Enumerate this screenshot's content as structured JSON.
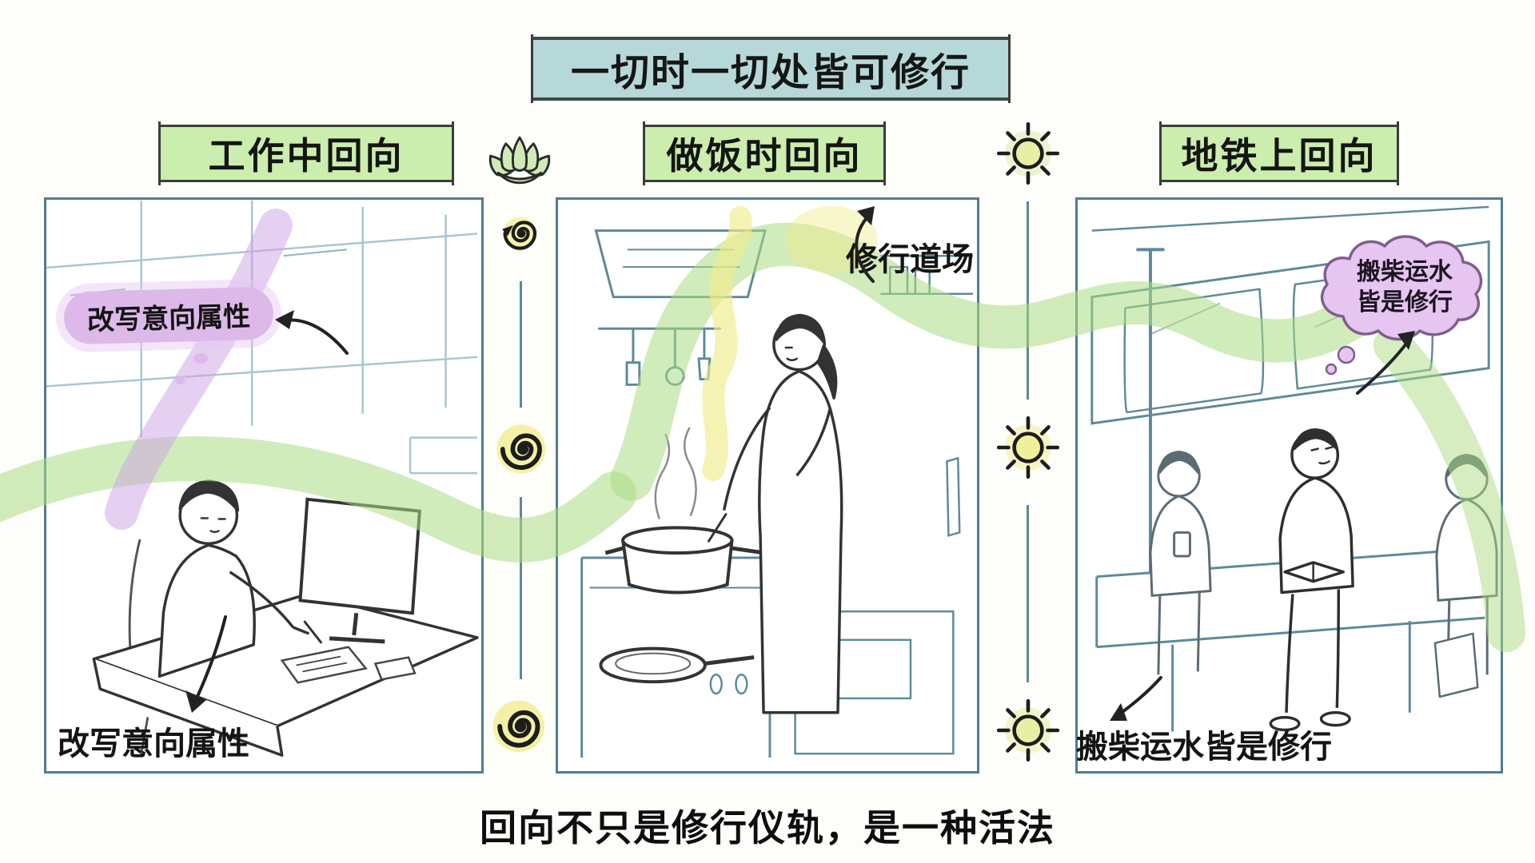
{
  "title": "一切时一切处皆可修行",
  "caption": "回向不只是修行仪轨，是一种活法",
  "panels": {
    "work": {
      "header": "工作中回向",
      "thought_bubble": "改写意向属性",
      "bottom_label": "改写意向属性"
    },
    "cooking": {
      "header": "做饭时回向",
      "annotation": "修行道场"
    },
    "subway": {
      "header": "地铁上回向",
      "cloud_line1": "搬柴运水",
      "cloud_line2": "皆是修行",
      "bottom_label": "搬柴运水皆是修行"
    }
  },
  "icons": {
    "lotus": "lotus-icon",
    "spiral": "spiral-icon",
    "sun": "sun-icon"
  },
  "colors": {
    "title_bg": "#b7d8d8",
    "header_bg": "#cbeeae",
    "bubble_purple": "#ddb9ea",
    "cloud_purple": "#e6c5f1",
    "accent_yellow": "#f2ee9a",
    "ribbon_green": "#b5df92",
    "sketch_teal": "#5d8a99",
    "ink": "#2f2f2f"
  }
}
